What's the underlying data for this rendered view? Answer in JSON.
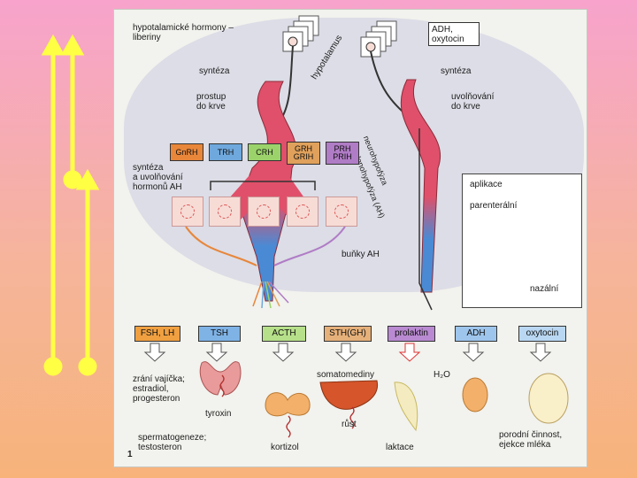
{
  "labels": {
    "title_hypo": "hypotalamické hormony –",
    "title_lib": "liberiny",
    "synteza_left": "syntéza",
    "synteza_right": "syntéza",
    "prostup_1": "prostup",
    "prostup_2": "do krve",
    "uvolnovani_1": "uvolňování",
    "uvolnovani_2": "do krve",
    "adh_oxy_1": "ADH,",
    "adh_oxy_2": "oxytocin",
    "hypothalamus": "hypotalamus",
    "neurohypofyza": "neurohypofýza",
    "adenohypofyza": "adenohypofýza (AH)",
    "synteza_ah_1": "syntéza",
    "synteza_ah_2": "a uvolňování",
    "synteza_ah_3": "hormonů AH",
    "bunky_ah": "buňky AH",
    "aplikace": "aplikace",
    "parenteralni": "parenterální",
    "nazalni": "nazální",
    "figure_no": "1"
  },
  "hypothalamic_hormones": [
    {
      "label": "GnRH",
      "color": "#e8863a"
    },
    {
      "label": "TRH",
      "color": "#6fa8dc"
    },
    {
      "label": "CRH",
      "color": "#9bd36a"
    },
    {
      "label": "GRH\nGRIH",
      "color": "#e0a15c"
    },
    {
      "label": "PRH\nPRIH",
      "color": "#b07cc6"
    }
  ],
  "pituitary_hormones": [
    {
      "label": "FSH, LH",
      "color": "#f0a040"
    },
    {
      "label": "TSH",
      "color": "#7fb3e6"
    },
    {
      "label": "ACTH",
      "color": "#b7e08a"
    },
    {
      "label": "STH(GH)",
      "color": "#e6b07a"
    },
    {
      "label": "prolaktin",
      "color": "#b98ad1"
    },
    {
      "label": "ADH",
      "color": "#9ec5ec"
    },
    {
      "label": "oxytocin",
      "color": "#b9d7f2"
    }
  ],
  "targets": {
    "zrani_1": "zrání vajíčka;",
    "zrani_2": "estradiol,",
    "zrani_3": "progesteron",
    "sperm_1": "spermatogeneze;",
    "sperm_2": "testosteron",
    "tyroxin": "tyroxin",
    "kortizol": "kortizol",
    "somatomediny": "somatomediny",
    "rust": "růst",
    "h2o": "H₂O",
    "laktace": "laktace",
    "porod_1": "porodní činnost,",
    "porod_2": "ejekce mléka"
  },
  "colors": {
    "arrow_yellow": "#ffff44",
    "vessel_red": "#e0506a",
    "vessel_blue": "#4a8ad4",
    "panel_bg": "#f2f2ee"
  }
}
